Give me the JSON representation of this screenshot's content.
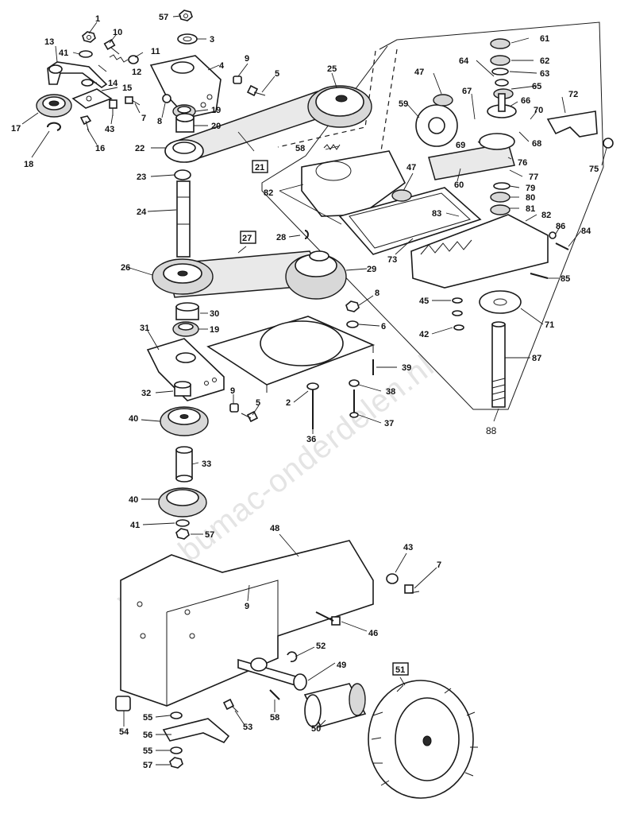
{
  "watermark": "www.bumac-onderdelen.nl",
  "labels": {
    "n1": "1",
    "n2": "2",
    "n3": "3",
    "n4": "4",
    "n5a": "5",
    "n5b": "5",
    "n6": "6",
    "n7a": "7",
    "n7b": "7",
    "n8a": "8",
    "n8b": "8",
    "n9a": "9",
    "n9b": "9",
    "n9c": "9",
    "n10": "10",
    "n11": "11",
    "n12": "12",
    "n13": "13",
    "n14": "14",
    "n15": "15",
    "n16": "16",
    "n17": "17",
    "n18": "18",
    "n19a": "19",
    "n19b": "19",
    "n20": "20",
    "n21": "21",
    "n22": "22",
    "n23": "23",
    "n24": "24",
    "n25": "25",
    "n26": "26",
    "n27": "27",
    "n28": "28",
    "n29": "29",
    "n30": "30",
    "n31": "31",
    "n32": "32",
    "n33": "33",
    "n36": "36",
    "n37": "37",
    "n38": "38",
    "n39": "39",
    "n40a": "40",
    "n40b": "40",
    "n41a": "41",
    "n41b": "41",
    "n42": "42",
    "n43a": "43",
    "n43b": "43",
    "n45": "45",
    "n46": "46",
    "n47a": "47",
    "n47b": "47",
    "n48": "48",
    "n49": "49",
    "n50": "50",
    "n51": "51",
    "n52": "52",
    "n53": "53",
    "n54": "54",
    "n55a": "55",
    "n55b": "55",
    "n56": "56",
    "n57a": "57",
    "n57b": "57",
    "n57c": "57",
    "n58a": "58",
    "n58b": "58",
    "n59": "59",
    "n60": "60",
    "n61": "61",
    "n62": "62",
    "n63": "63",
    "n64": "64",
    "n65": "65",
    "n66": "66",
    "n67": "67",
    "n68": "68",
    "n69": "69",
    "n70": "70",
    "n71": "71",
    "n72": "72",
    "n73": "73",
    "n75": "75",
    "n76": "76",
    "n77": "77",
    "n79": "79",
    "n80": "80",
    "n81": "81",
    "n82a": "82",
    "n82b": "82",
    "n83": "83",
    "n84": "84",
    "n85": "85",
    "n86": "86",
    "n87": "87",
    "n88": "88"
  }
}
